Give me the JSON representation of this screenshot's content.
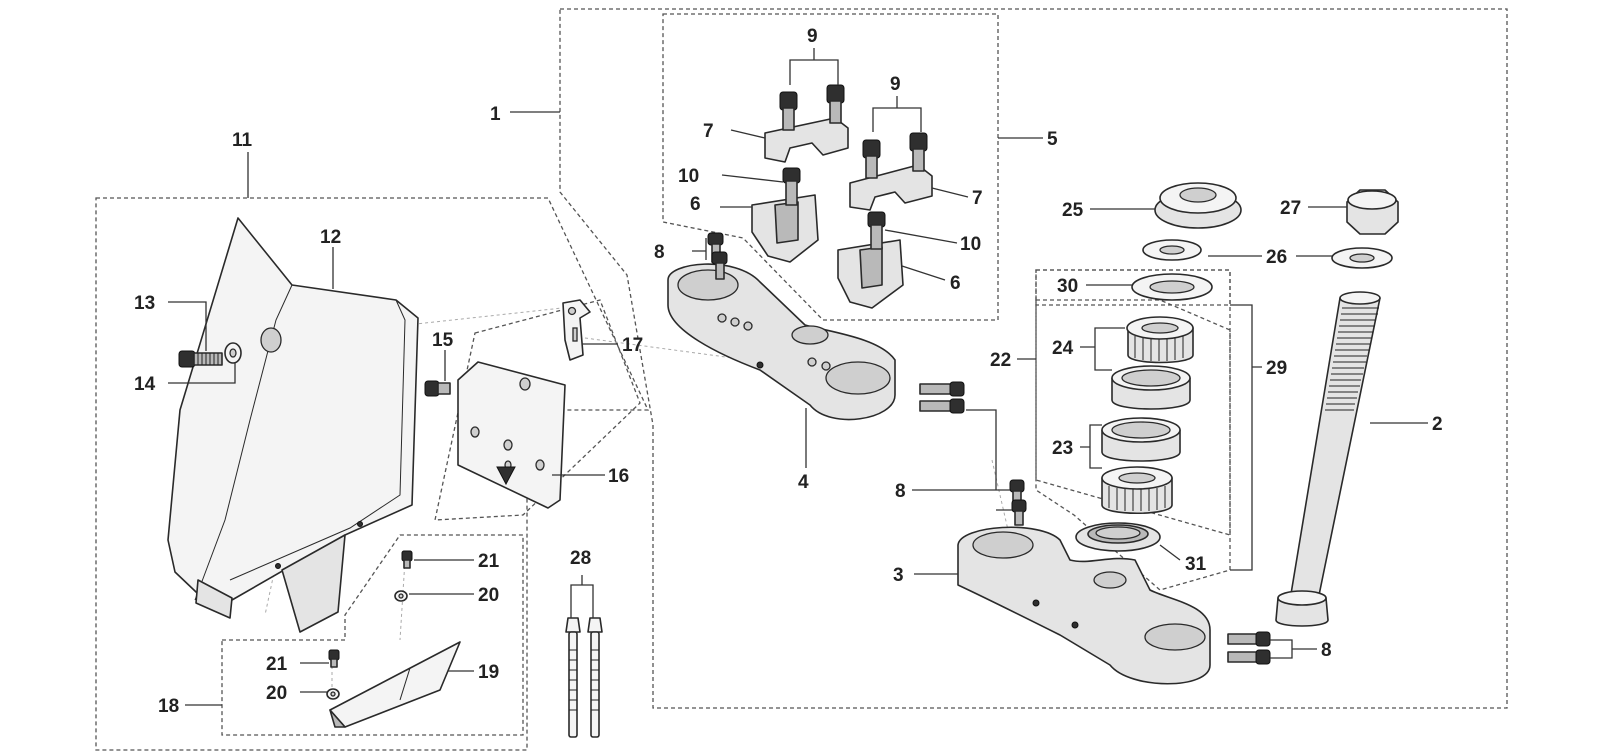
{
  "diagram": {
    "callouts": {
      "p1": "1",
      "p2": "2",
      "p3": "3",
      "p4": "4",
      "p5": "5",
      "p6a": "6",
      "p6b": "6",
      "p7a": "7",
      "p7b": "7",
      "p8a": "8",
      "p8b": "8",
      "p8c": "8",
      "p9a": "9",
      "p9b": "9",
      "p10a": "10",
      "p10b": "10",
      "p11": "11",
      "p12": "12",
      "p13": "13",
      "p14": "14",
      "p15": "15",
      "p16": "16",
      "p17": "17",
      "p18": "18",
      "p19": "19",
      "p20a": "20",
      "p20b": "20",
      "p21a": "21",
      "p21b": "21",
      "p22": "22",
      "p23": "23",
      "p24": "24",
      "p25": "25",
      "p26": "26",
      "p27": "27",
      "p28": "28",
      "p29": "29",
      "p30": "30",
      "p31": "31"
    }
  }
}
